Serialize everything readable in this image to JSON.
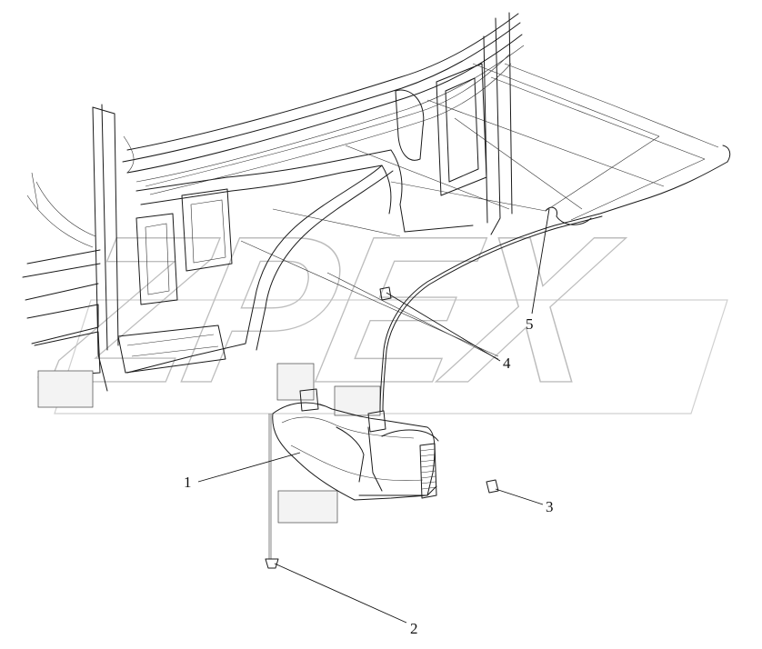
{
  "watermark": "ZPEX",
  "callouts": [
    {
      "id": "1",
      "label": "1"
    },
    {
      "id": "2",
      "label": "2"
    },
    {
      "id": "3",
      "label": "3"
    },
    {
      "id": "4",
      "label": "4"
    },
    {
      "id": "5",
      "label": "5"
    }
  ]
}
